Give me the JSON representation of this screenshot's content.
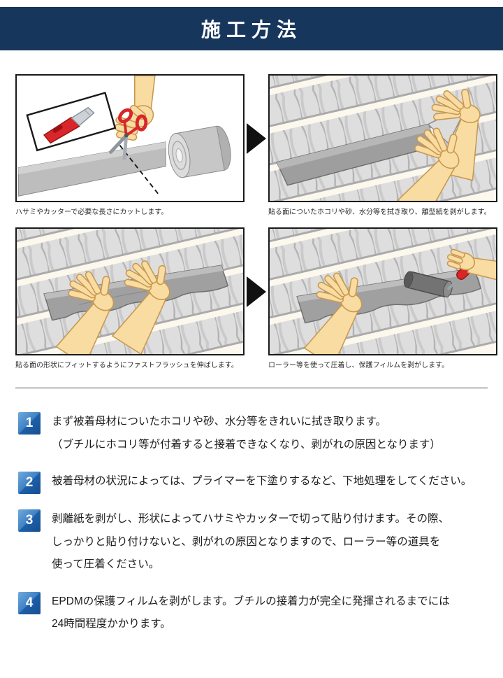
{
  "header": {
    "title": "施工方法"
  },
  "colors": {
    "header_bg": "#16365c",
    "accent_blue": "#1e5fa9",
    "arrow": "#111111"
  },
  "panels": [
    {
      "id": "cut",
      "caption": "ハサミやカッターで必要な長さにカットします。"
    },
    {
      "id": "peel",
      "caption": "貼る面についたホコリや砂、水分等を拭き取り、離型紙を剥がします。"
    },
    {
      "id": "fit",
      "caption": "貼る面の形状にフィットするようにファストフラッシュを伸ばします。"
    },
    {
      "id": "press",
      "caption": "ローラー等を使って圧着し、保護フィルムを剥がします。"
    }
  ],
  "steps": [
    {
      "number": "1",
      "text": "まず被着母材についたホコリや砂、水分等をきれいに拭き取ります。\n（ブチルにホコリ等が付着すると接着できなくなり、剥がれの原因となります）"
    },
    {
      "number": "2",
      "text": "被着母材の状況によっては、プライマーを下塗りするなど、下地処理をしてください。"
    },
    {
      "number": "3",
      "text": "剥離紙を剥がし、形状によってハサミやカッターで切って貼り付けます。その際、\nしっかりと貼り付けないと、剥がれの原因となりますので、ローラー等の道具を\n使って圧着ください。"
    },
    {
      "number": "4",
      "text": "EPDMの保護フィルムを剥がします。ブチルの接着力が完全に発揮されるまでには\n24時間程度かかります。"
    }
  ]
}
